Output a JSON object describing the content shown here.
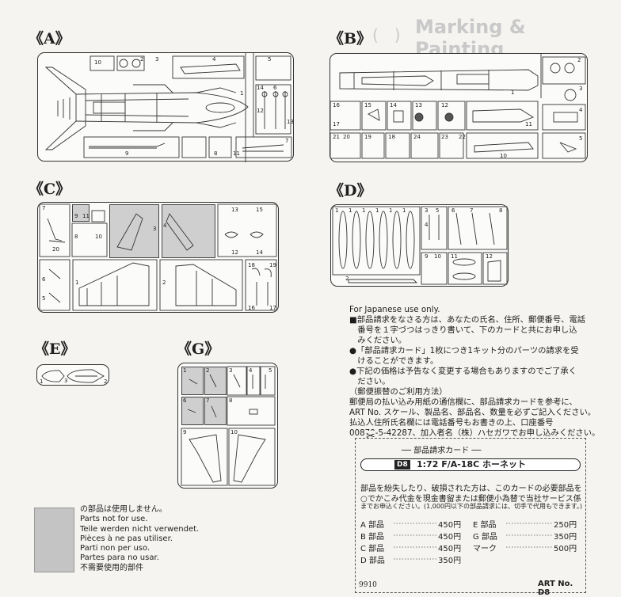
{
  "header": {
    "faint_title": "Marking & Painting",
    "faint_bracket": "(　)"
  },
  "sections": {
    "a": "《A》",
    "b": "《B》",
    "c": "《C》",
    "d": "《D》",
    "e": "《E》",
    "g": "《G》"
  },
  "tree_a": {
    "n1": "1",
    "n2": "2",
    "n3": "3",
    "n4": "4",
    "n5": "5",
    "n6": "6",
    "n7": "7",
    "n8": "8",
    "n9": "9",
    "n10": "10",
    "n11": "11",
    "n12": "12",
    "n13": "13",
    "n14": "14"
  },
  "tree_b": {
    "n1": "1",
    "n2": "2",
    "n3": "3",
    "n4": "4",
    "n5": "5",
    "n10": "10",
    "n11": "11",
    "n12": "12",
    "n13": "13",
    "n14": "14",
    "n15": "15",
    "n16": "16",
    "n17": "17",
    "n18": "18",
    "n19": "19",
    "n20": "20",
    "n21": "21",
    "n22": "22",
    "n23": "23",
    "n24": "24"
  },
  "tree_c": {
    "n1": "1",
    "n2": "2",
    "n3": "3",
    "n4": "4",
    "n5": "5",
    "n6": "6",
    "n7": "7",
    "n8": "8",
    "n9": "9",
    "n10": "10",
    "n11": "11",
    "n12": "12",
    "n13": "13",
    "n14": "14",
    "n15": "15",
    "n16": "16",
    "n17": "17",
    "n18": "18",
    "n19": "19",
    "n20": "20"
  },
  "tree_d": {
    "n1": "1",
    "n2": "2",
    "n3": "3",
    "n4": "4",
    "n5": "5",
    "n6": "6",
    "n7": "7",
    "n8": "8",
    "n9": "9",
    "n10": "10",
    "n11": "11",
    "n12": "12"
  },
  "tree_e": {
    "n1": "1",
    "n2": "2",
    "n3": "3"
  },
  "tree_g": {
    "n1": "1",
    "n2": "2",
    "n3": "3",
    "n4": "4",
    "n5": "5",
    "n6": "6",
    "n7": "7",
    "n8": "8",
    "n9": "9",
    "n10": "10"
  },
  "info": {
    "lines": [
      "For Japanese use only.",
      "■部品請求をなさる方は、あなたの氏名、住所、郵便番号、電話",
      "　番号を１字づつはっきり書いて、下のカードと共にお申し込",
      "　みください。",
      "●「部品請求カード」1枚につき1キット分のパーツの請求を受",
      "　けることができます。",
      "●下記の価格は予告なく変更する場合もありますのでご了承く",
      "　ださい。",
      "（郵便振替のご利用方法）",
      "郵便局の払い込み用紙の通信欄に、部品請求カードを参考に、",
      "ART No. スケール、製品名、部品名、数量を必ずご記入ください。",
      "払込人住所氏名欄には電話番号もお書きの上、口座番号",
      "00870-5-42287、加入者名（株）ハセガワでお申し込みください。"
    ]
  },
  "card": {
    "title": "── 部品請求カード ──",
    "code": "D8",
    "product": "1:72 F/A-18C ホーネット",
    "desc": [
      "部品を紛失したり、破損された方は、このカードの必要部品を",
      "○でかこみ代金を現金書留または郵便小為替で当社サービス係",
      "までお申込ください。(1,000円以下の部品請求には、切手で代用もできます。)"
    ],
    "left_items": [
      {
        "label": "A 部品",
        "price": "450円"
      },
      {
        "label": "B 部品",
        "price": "450円"
      },
      {
        "label": "C 部品",
        "price": "450円"
      },
      {
        "label": "D 部品",
        "price": "350円"
      }
    ],
    "right_items": [
      {
        "label": "E 部品",
        "price": "250円"
      },
      {
        "label": "G 部品",
        "price": "350円"
      },
      {
        "label": "マーク",
        "price": "500円"
      }
    ],
    "code_number": "9910",
    "art_no": "ART No. D8"
  },
  "legend": {
    "lines": [
      "の部品は使用しません。",
      "Parts not for use.",
      "Teile werden nicht verwendet.",
      "Pièces à ne pas utiliser.",
      "Parti non per uso.",
      "Partes para no usar.",
      "不需要使用的部件"
    ]
  }
}
